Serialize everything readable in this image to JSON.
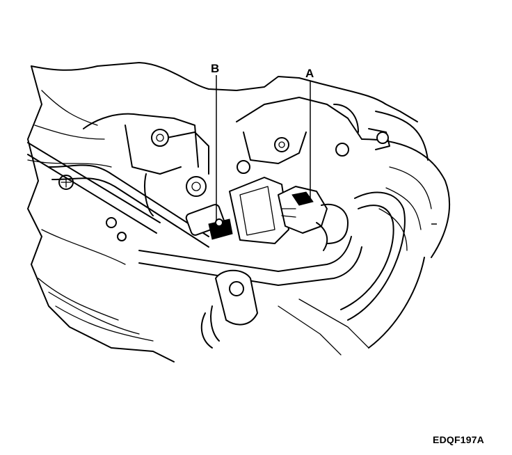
{
  "callouts": {
    "a": "A",
    "b": "B"
  },
  "figure_code": "EDQF197A",
  "illustration": {
    "parts": [
      "engine-body",
      "connector-a",
      "sensor-b",
      "bracket",
      "hoses",
      "bolts"
    ]
  }
}
